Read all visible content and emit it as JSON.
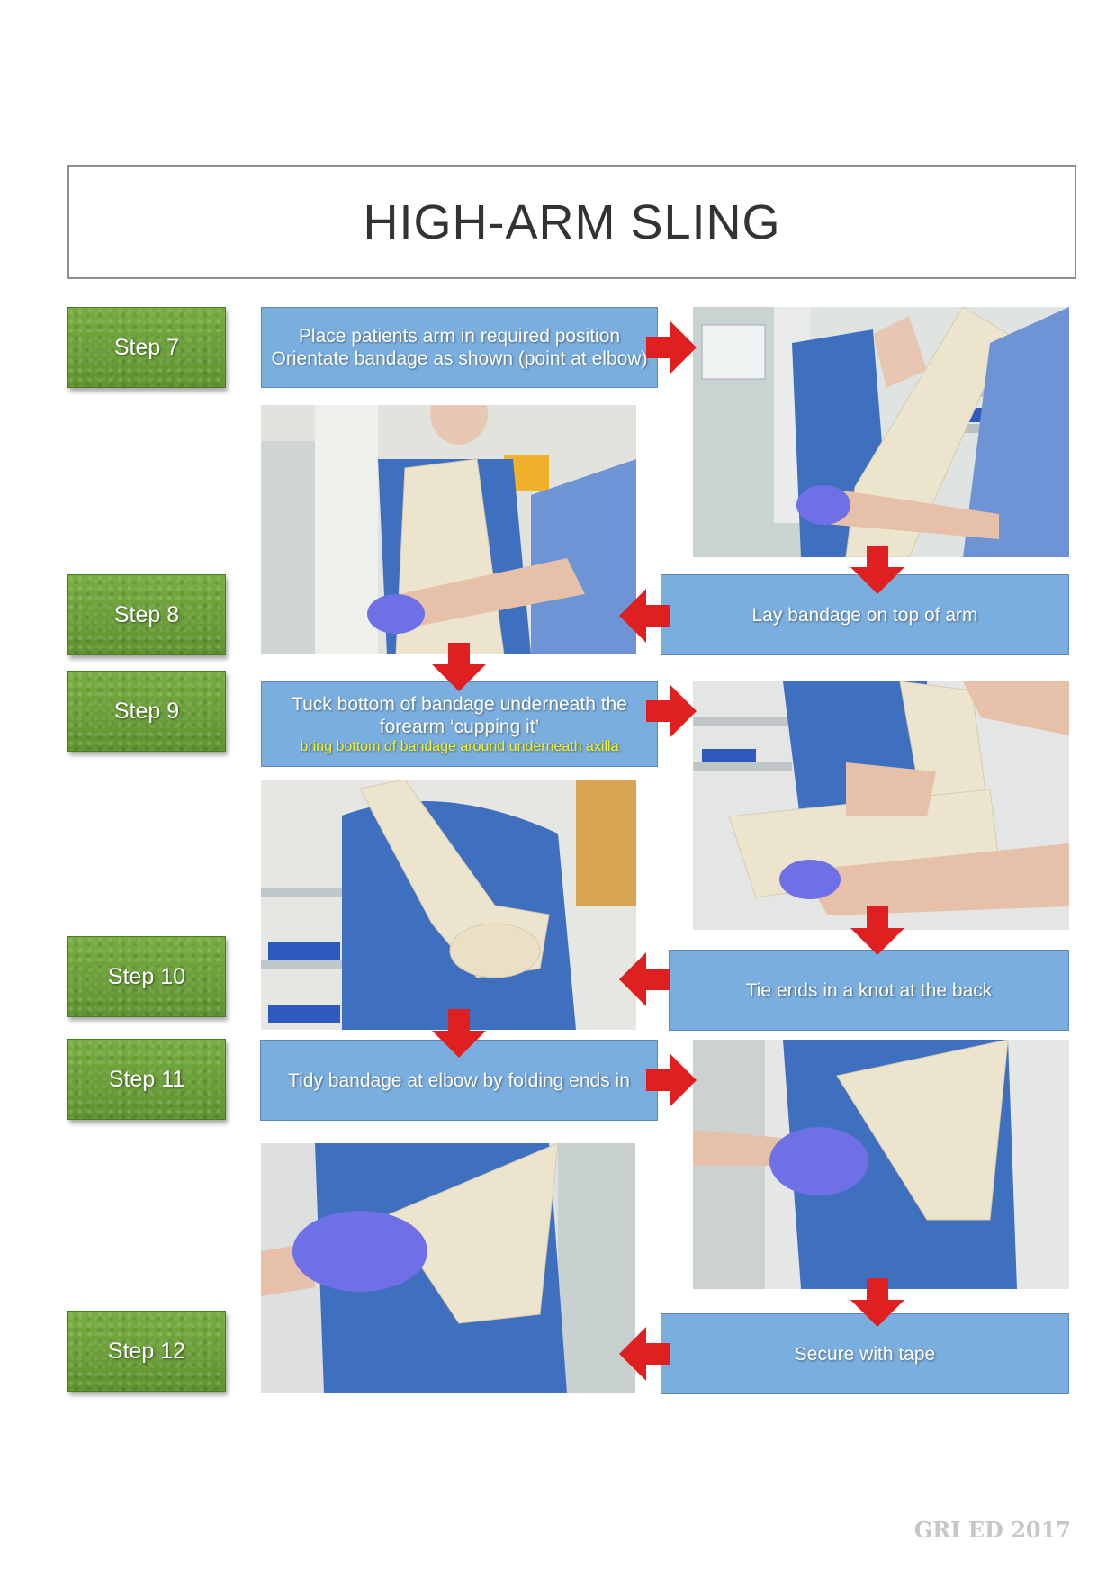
{
  "title": "HIGH-ARM SLING",
  "steps": [
    {
      "label": "Step 7"
    },
    {
      "label": "Step 8"
    },
    {
      "label": "Step 9"
    },
    {
      "label": "Step 10"
    },
    {
      "label": "Step 11"
    },
    {
      "label": "Step 12"
    }
  ],
  "instructions": {
    "step7": {
      "line1": "Place patients arm in required position",
      "line2": "Orientate bandage as shown (point at elbow)"
    },
    "step8": {
      "text": "Lay bandage on top of arm"
    },
    "step9": {
      "line1": "Tuck bottom of bandage underneath the",
      "line2": "forearm ‘cupping it’",
      "note": "bring bottom of bandage around underneath axilla"
    },
    "step10": {
      "text": "Tie ends in a knot at the back"
    },
    "step11": {
      "text": "Tidy bandage at elbow by folding ends in"
    },
    "step12": {
      "text": "Secure with tape"
    }
  },
  "colors": {
    "step_green": "#6a9e36",
    "instruction_blue": "#7aaede",
    "arrow_red": "#e02020",
    "note_yellow": "#f4f21a",
    "scrub_blue": "#3f6fbf",
    "glove_purple": "#6f6fe6",
    "bandage_cream": "#ece4cc"
  },
  "footer": "GRI ED 2017"
}
